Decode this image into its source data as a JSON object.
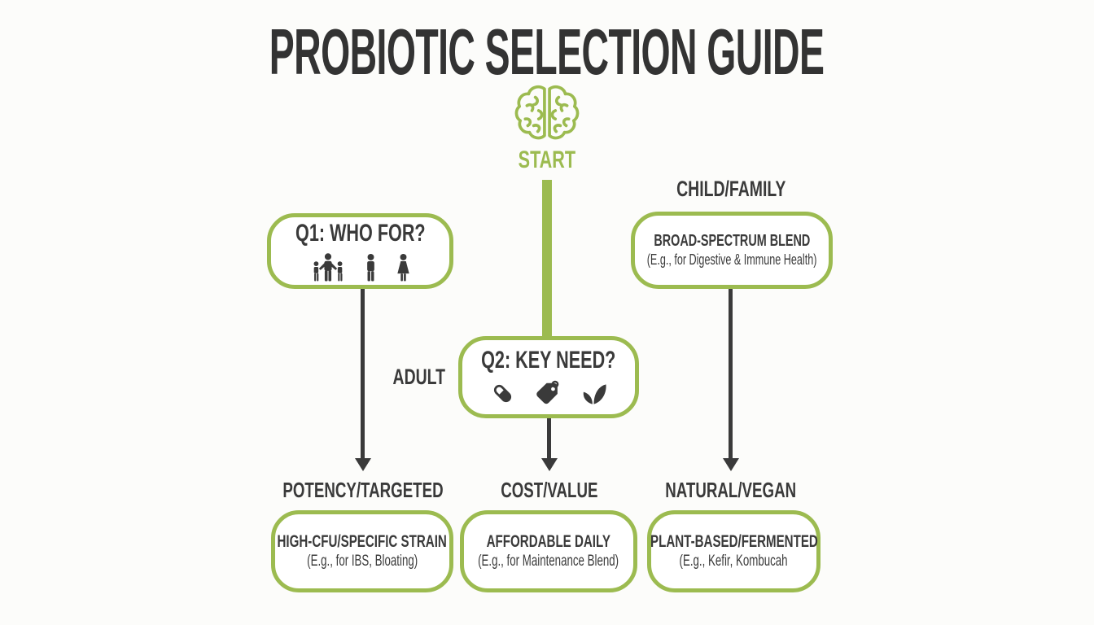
{
  "title": "PROBIOTIC SELECTION GUIDE",
  "start_label": "START",
  "colors": {
    "green": "#9cbb50",
    "dark": "#3a3a3a",
    "background": "#fcfcfa",
    "box_fill": "#ffffff"
  },
  "q1_box": {
    "title": "Q1: WHO FOR?",
    "icons": [
      "family-icon",
      "man-icon",
      "woman-icon"
    ]
  },
  "q2_box": {
    "title": "Q2: KEY NEED?",
    "icons": [
      "capsule-icon",
      "price-tag-icon",
      "leaf-icon"
    ]
  },
  "branch_labels": {
    "child_family": "CHILD/FAMILY",
    "adult": "ADULT"
  },
  "child_family_outcome": {
    "title": "BROAD-SPECTRUM BLEND",
    "subtitle": "(E.g., for Digestive & Immune Health)"
  },
  "outcomes": [
    {
      "label": "POTENCY/TARGETED",
      "title": "HIGH-CFU/SPECIFIC STRAIN",
      "subtitle": "(E.g., for IBS, Bloating)"
    },
    {
      "label": "COST/VALUE",
      "title": "AFFORDABLE DAILY",
      "subtitle": "(E.g., for Maintenance Blend)"
    },
    {
      "label": "NATURAL/VEGAN",
      "title": "PLANT-BASED/FERMENTED",
      "subtitle": "(E.g., Kefir, Kombucah"
    }
  ],
  "start_icon": "brain-icon"
}
